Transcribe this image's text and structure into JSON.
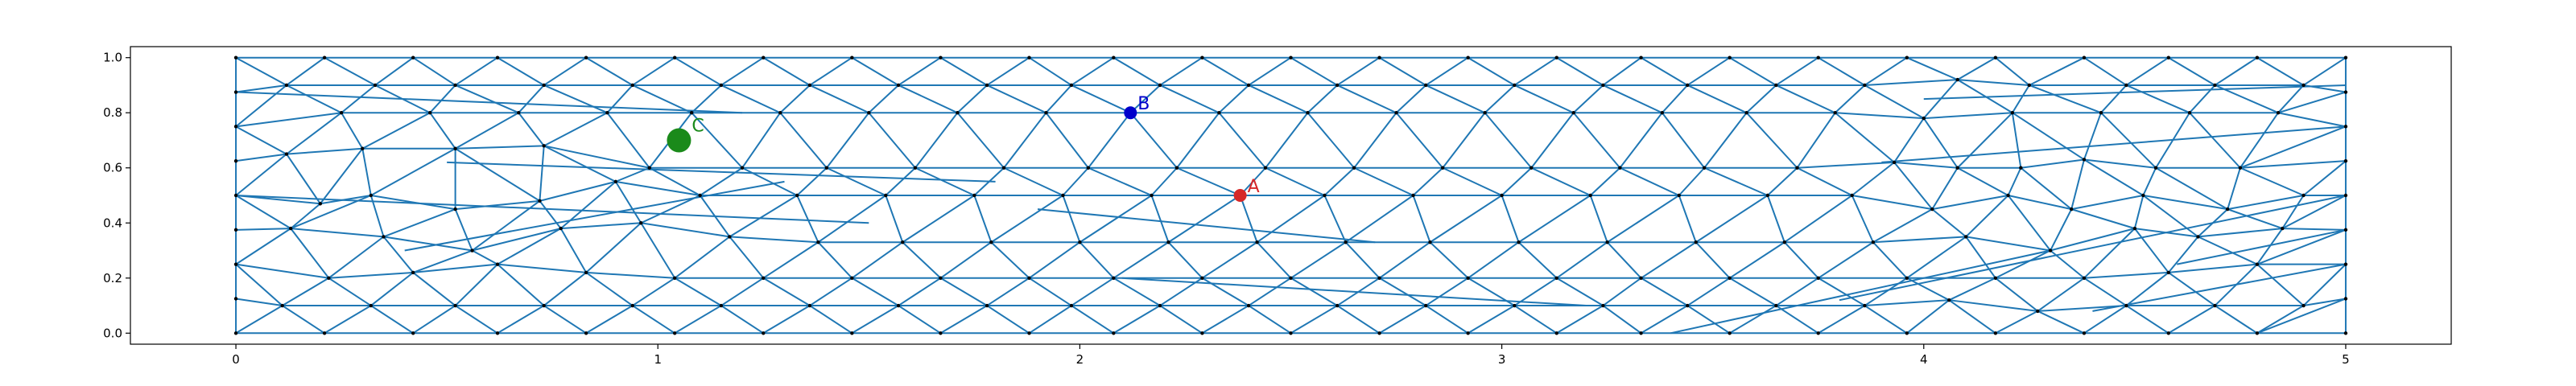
{
  "chart_data": {
    "type": "scatter",
    "title": "",
    "xlabel": "",
    "ylabel": "",
    "xlim": [
      -0.25,
      5.25
    ],
    "ylim": [
      -0.04,
      1.04
    ],
    "grid": false,
    "legend": "none",
    "xticks": [
      {
        "value": 0,
        "label": "0"
      },
      {
        "value": 1,
        "label": "1"
      },
      {
        "value": 2,
        "label": "2"
      },
      {
        "value": 3,
        "label": "3"
      },
      {
        "value": 4,
        "label": "4"
      },
      {
        "value": 5,
        "label": "5"
      }
    ],
    "yticks": [
      {
        "value": 0.0,
        "label": "0.0"
      },
      {
        "value": 0.2,
        "label": "0.2"
      },
      {
        "value": 0.4,
        "label": "0.4"
      },
      {
        "value": 0.6,
        "label": "0.6"
      },
      {
        "value": 0.8,
        "label": "0.8"
      },
      {
        "value": 1.0,
        "label": "1.0"
      }
    ],
    "mesh": {
      "color": "#1f77b4",
      "node_color": "#000000",
      "rows": [
        [
          [
            0,
            1.0
          ],
          [
            0.21,
            1.0
          ],
          [
            0.42,
            1.0
          ],
          [
            0.62,
            1.0
          ],
          [
            0.83,
            1.0
          ],
          [
            1.04,
            1.0
          ],
          [
            1.25,
            1.0
          ],
          [
            1.46,
            1.0
          ],
          [
            1.67,
            1.0
          ],
          [
            1.88,
            1.0
          ],
          [
            2.08,
            1.0
          ],
          [
            2.29,
            1.0
          ],
          [
            2.5,
            1.0
          ],
          [
            2.71,
            1.0
          ],
          [
            2.92,
            1.0
          ],
          [
            3.13,
            1.0
          ],
          [
            3.33,
            1.0
          ],
          [
            3.54,
            1.0
          ],
          [
            3.75,
            1.0
          ],
          [
            3.96,
            1.0
          ],
          [
            4.17,
            1.0
          ],
          [
            4.38,
            1.0
          ],
          [
            4.58,
            1.0
          ],
          [
            4.79,
            1.0
          ],
          [
            5.0,
            1.0
          ]
        ],
        [
          [
            0,
            0.875
          ],
          [
            0.12,
            0.9
          ],
          [
            0.33,
            0.9
          ],
          [
            0.52,
            0.9
          ],
          [
            0.73,
            0.9
          ],
          [
            0.94,
            0.9
          ],
          [
            1.15,
            0.9
          ],
          [
            1.36,
            0.9
          ],
          [
            1.57,
            0.9
          ],
          [
            1.78,
            0.9
          ],
          [
            1.98,
            0.9
          ],
          [
            2.19,
            0.9
          ],
          [
            2.4,
            0.9
          ],
          [
            2.61,
            0.9
          ],
          [
            2.82,
            0.9
          ],
          [
            3.03,
            0.9
          ],
          [
            3.24,
            0.9
          ],
          [
            3.44,
            0.9
          ],
          [
            3.65,
            0.9
          ],
          [
            3.86,
            0.9
          ],
          [
            4.08,
            0.92
          ],
          [
            4.25,
            0.9
          ],
          [
            4.48,
            0.9
          ],
          [
            4.69,
            0.9
          ],
          [
            4.9,
            0.9
          ],
          [
            5.0,
            0.875
          ]
        ],
        [
          [
            0,
            0.75
          ],
          [
            0.25,
            0.8
          ],
          [
            0.46,
            0.8
          ],
          [
            0.67,
            0.8
          ],
          [
            0.88,
            0.8
          ],
          [
            1.08,
            0.8
          ],
          [
            1.29,
            0.8
          ],
          [
            1.5,
            0.8
          ],
          [
            1.71,
            0.8
          ],
          [
            1.92,
            0.8
          ],
          [
            2.12,
            0.8
          ],
          [
            2.33,
            0.8
          ],
          [
            2.54,
            0.8
          ],
          [
            2.75,
            0.8
          ],
          [
            2.96,
            0.8
          ],
          [
            3.17,
            0.8
          ],
          [
            3.38,
            0.8
          ],
          [
            3.58,
            0.8
          ],
          [
            3.79,
            0.8
          ],
          [
            4.0,
            0.78
          ],
          [
            4.21,
            0.8
          ],
          [
            4.42,
            0.8
          ],
          [
            4.63,
            0.8
          ],
          [
            4.84,
            0.8
          ],
          [
            5.0,
            0.75
          ]
        ],
        [
          [
            0,
            0.625
          ],
          [
            0.12,
            0.65
          ],
          [
            0.3,
            0.67
          ],
          [
            0.52,
            0.67
          ],
          [
            0.73,
            0.68
          ],
          [
            0.98,
            0.6
          ],
          [
            1.2,
            0.6
          ],
          [
            1.4,
            0.6
          ],
          [
            1.61,
            0.6
          ],
          [
            1.82,
            0.6
          ],
          [
            2.02,
            0.6
          ],
          [
            2.23,
            0.6
          ],
          [
            2.44,
            0.6
          ],
          [
            2.65,
            0.6
          ],
          [
            2.86,
            0.6
          ],
          [
            3.07,
            0.6
          ],
          [
            3.28,
            0.6
          ],
          [
            3.48,
            0.6
          ],
          [
            3.7,
            0.6
          ],
          [
            3.93,
            0.62
          ],
          [
            4.08,
            0.6
          ],
          [
            4.23,
            0.6
          ],
          [
            4.38,
            0.63
          ],
          [
            4.55,
            0.6
          ],
          [
            4.75,
            0.6
          ],
          [
            5.0,
            0.625
          ]
        ],
        [
          [
            0,
            0.5
          ],
          [
            0.2,
            0.47
          ],
          [
            0.32,
            0.5
          ],
          [
            0.52,
            0.45
          ],
          [
            0.72,
            0.48
          ],
          [
            0.9,
            0.55
          ],
          [
            1.1,
            0.5
          ],
          [
            1.33,
            0.5
          ],
          [
            1.54,
            0.5
          ],
          [
            1.75,
            0.5
          ],
          [
            1.96,
            0.5
          ],
          [
            2.17,
            0.5
          ],
          [
            2.38,
            0.5
          ],
          [
            2.58,
            0.5
          ],
          [
            2.79,
            0.5
          ],
          [
            3.0,
            0.5
          ],
          [
            3.21,
            0.5
          ],
          [
            3.42,
            0.5
          ],
          [
            3.63,
            0.5
          ],
          [
            3.83,
            0.5
          ],
          [
            4.02,
            0.45
          ],
          [
            4.2,
            0.5
          ],
          [
            4.35,
            0.45
          ],
          [
            4.52,
            0.5
          ],
          [
            4.72,
            0.45
          ],
          [
            4.9,
            0.5
          ],
          [
            5.0,
            0.5
          ]
        ],
        [
          [
            0,
            0.375
          ],
          [
            0.13,
            0.38
          ],
          [
            0.35,
            0.35
          ],
          [
            0.56,
            0.3
          ],
          [
            0.77,
            0.38
          ],
          [
            0.96,
            0.4
          ],
          [
            1.17,
            0.35
          ],
          [
            1.38,
            0.33
          ],
          [
            1.58,
            0.33
          ],
          [
            1.79,
            0.33
          ],
          [
            2.0,
            0.33
          ],
          [
            2.21,
            0.33
          ],
          [
            2.42,
            0.33
          ],
          [
            2.63,
            0.33
          ],
          [
            2.83,
            0.33
          ],
          [
            3.04,
            0.33
          ],
          [
            3.25,
            0.33
          ],
          [
            3.46,
            0.33
          ],
          [
            3.67,
            0.33
          ],
          [
            3.88,
            0.33
          ],
          [
            4.1,
            0.35
          ],
          [
            4.3,
            0.3
          ],
          [
            4.5,
            0.38
          ],
          [
            4.65,
            0.35
          ],
          [
            4.85,
            0.38
          ],
          [
            5.0,
            0.375
          ]
        ],
        [
          [
            0,
            0.25
          ],
          [
            0.22,
            0.2
          ],
          [
            0.42,
            0.22
          ],
          [
            0.62,
            0.25
          ],
          [
            0.83,
            0.22
          ],
          [
            1.04,
            0.2
          ],
          [
            1.25,
            0.2
          ],
          [
            1.46,
            0.2
          ],
          [
            1.67,
            0.2
          ],
          [
            1.88,
            0.2
          ],
          [
            2.08,
            0.2
          ],
          [
            2.29,
            0.2
          ],
          [
            2.5,
            0.2
          ],
          [
            2.71,
            0.2
          ],
          [
            2.92,
            0.2
          ],
          [
            3.13,
            0.2
          ],
          [
            3.33,
            0.2
          ],
          [
            3.54,
            0.2
          ],
          [
            3.75,
            0.2
          ],
          [
            3.96,
            0.2
          ],
          [
            4.17,
            0.2
          ],
          [
            4.38,
            0.2
          ],
          [
            4.58,
            0.22
          ],
          [
            4.79,
            0.25
          ],
          [
            5.0,
            0.25
          ]
        ],
        [
          [
            0,
            0.125
          ],
          [
            0.11,
            0.1
          ],
          [
            0.32,
            0.1
          ],
          [
            0.52,
            0.1
          ],
          [
            0.73,
            0.1
          ],
          [
            0.94,
            0.1
          ],
          [
            1.15,
            0.1
          ],
          [
            1.36,
            0.1
          ],
          [
            1.57,
            0.1
          ],
          [
            1.78,
            0.1
          ],
          [
            1.98,
            0.1
          ],
          [
            2.19,
            0.1
          ],
          [
            2.4,
            0.1
          ],
          [
            2.61,
            0.1
          ],
          [
            2.82,
            0.1
          ],
          [
            3.03,
            0.1
          ],
          [
            3.24,
            0.1
          ],
          [
            3.44,
            0.1
          ],
          [
            3.65,
            0.1
          ],
          [
            3.86,
            0.1
          ],
          [
            4.06,
            0.12
          ],
          [
            4.27,
            0.08
          ],
          [
            4.48,
            0.1
          ],
          [
            4.69,
            0.1
          ],
          [
            4.9,
            0.1
          ],
          [
            5.0,
            0.125
          ]
        ],
        [
          [
            0,
            0.0
          ],
          [
            0.21,
            0.0
          ],
          [
            0.42,
            0.0
          ],
          [
            0.62,
            0.0
          ],
          [
            0.83,
            0.0
          ],
          [
            1.04,
            0.0
          ],
          [
            1.25,
            0.0
          ],
          [
            1.46,
            0.0
          ],
          [
            1.67,
            0.0
          ],
          [
            1.88,
            0.0
          ],
          [
            2.08,
            0.0
          ],
          [
            2.29,
            0.0
          ],
          [
            2.5,
            0.0
          ],
          [
            2.71,
            0.0
          ],
          [
            2.92,
            0.0
          ],
          [
            3.13,
            0.0
          ],
          [
            3.33,
            0.0
          ],
          [
            3.54,
            0.0
          ],
          [
            3.75,
            0.0
          ],
          [
            3.96,
            0.0
          ],
          [
            4.17,
            0.0
          ],
          [
            4.38,
            0.0
          ],
          [
            4.58,
            0.0
          ],
          [
            4.79,
            0.0
          ],
          [
            5.0,
            0.0
          ]
        ]
      ]
    },
    "points": [
      {
        "label": "A",
        "x": 2.38,
        "y": 0.5,
        "color": "#d62728",
        "size": "medium"
      },
      {
        "label": "B",
        "x": 2.12,
        "y": 0.8,
        "color": "#0000cc",
        "size": "medium"
      },
      {
        "label": "C",
        "x": 1.05,
        "y": 0.7,
        "color": "#1a8a1a",
        "size": "large"
      }
    ]
  }
}
